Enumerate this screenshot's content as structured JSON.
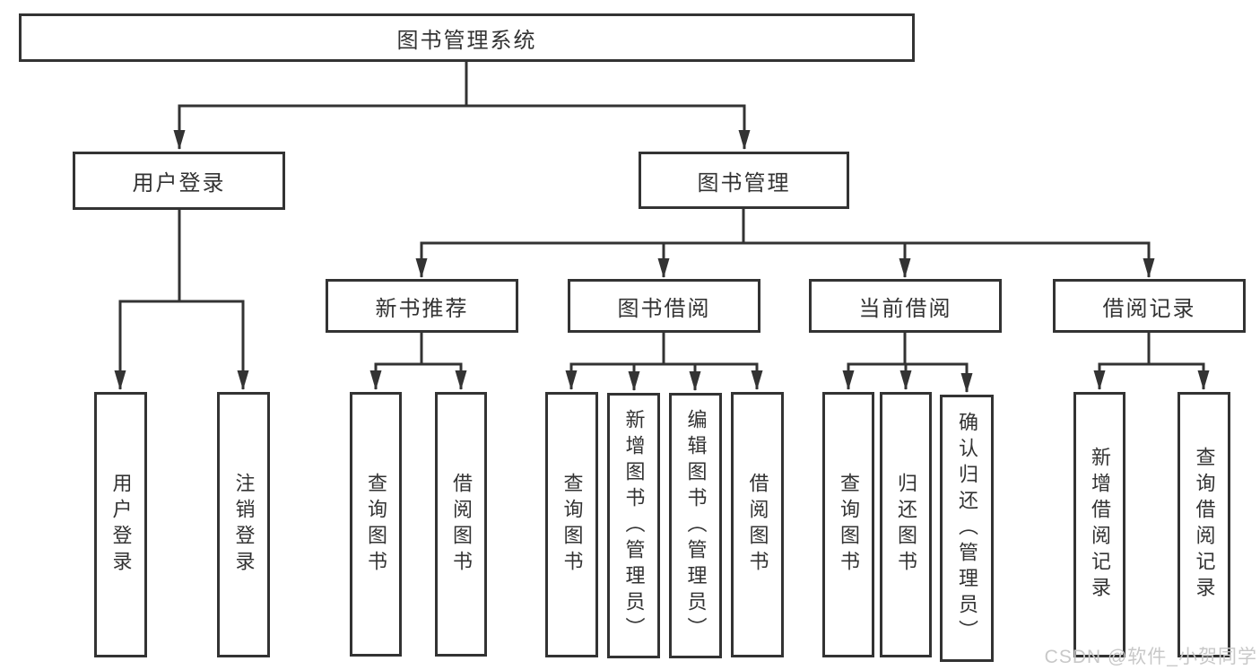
{
  "diagram": {
    "title": "图书管理系统",
    "root": {
      "label": "图书管理系统"
    },
    "level2": [
      {
        "id": "user-login",
        "label": "用户登录"
      },
      {
        "id": "book-management",
        "label": "图书管理"
      }
    ],
    "level3": [
      {
        "id": "new-book-recommend",
        "label": "新书推荐",
        "parent": "图书管理"
      },
      {
        "id": "book-borrow",
        "label": "图书借阅",
        "parent": "图书管理"
      },
      {
        "id": "current-borrow",
        "label": "当前借阅",
        "parent": "图书管理"
      },
      {
        "id": "borrow-records",
        "label": "借阅记录",
        "parent": "图书管理"
      }
    ],
    "leaves": {
      "login": [
        {
          "label": "用户登录"
        },
        {
          "label": "注销登录"
        }
      ],
      "recommend": [
        {
          "label": "查询图书"
        },
        {
          "label": "借阅图书"
        }
      ],
      "borrow": [
        {
          "label": "查询图书"
        },
        {
          "label": "新增图书（管理员）"
        },
        {
          "label": "编辑图书（管理员）"
        },
        {
          "label": "借阅图书"
        }
      ],
      "current": [
        {
          "label": "查询图书"
        },
        {
          "label": "归还图书"
        },
        {
          "label": "确认归还（管理员）"
        }
      ],
      "records": [
        {
          "label": "新增借阅记录"
        },
        {
          "label": "查询借阅记录"
        }
      ]
    }
  },
  "watermark": {
    "text": "CSDN @软件_小贺同学"
  },
  "colors": {
    "line": "#333333",
    "text": "#333333",
    "background": "#ffffff",
    "watermark": "#c8c8c8"
  }
}
